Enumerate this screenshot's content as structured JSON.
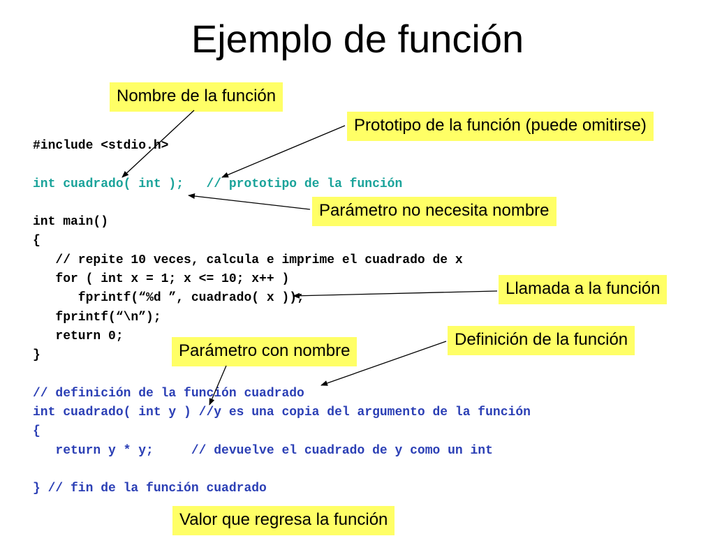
{
  "slide": {
    "title": "Ejemplo de función"
  },
  "code": {
    "lines": [
      {
        "text": "#include <stdio.h>",
        "color": "#000000"
      },
      {
        "text": "",
        "color": "#000000"
      },
      {
        "text": "int cuadrado( int );   // prototipo de la función",
        "color": "#1aa39a"
      },
      {
        "text": "",
        "color": "#000000"
      },
      {
        "text": "int main()",
        "color": "#000000"
      },
      {
        "text": "{",
        "color": "#000000"
      },
      {
        "text": "   // repite 10 veces, calcula e imprime el cuadrado de x",
        "color": "#000000"
      },
      {
        "text": "   for ( int x = 1; x <= 10; x++ )",
        "color": "#000000"
      },
      {
        "text": "      fprintf(“%d ”, cuadrado( x ));",
        "color": "#000000"
      },
      {
        "text": "   fprintf(“\\n”);",
        "color": "#000000"
      },
      {
        "text": "   return 0;",
        "color": "#000000"
      },
      {
        "text": "}",
        "color": "#000000"
      },
      {
        "text": "",
        "color": "#000000"
      },
      {
        "text": "// definición de la función cuadrado",
        "color": "#2b3fb5"
      },
      {
        "text": "int cuadrado( int y ) //y es una copia del argumento de la función",
        "color": "#2b3fb5"
      },
      {
        "text": "{",
        "color": "#2b3fb5"
      },
      {
        "text": "   return y * y;     // devuelve el cuadrado de y como un int",
        "color": "#2b3fb5"
      },
      {
        "text": "",
        "color": "#2b3fb5"
      },
      {
        "text": "} // fin de la función cuadrado",
        "color": "#2b3fb5"
      }
    ]
  },
  "callouts": {
    "nombre_funcion": "Nombre de la función",
    "prototipo": "Prototipo de la función (puede omitirse)",
    "parametro_sin_nombre": "Parámetro no necesita nombre",
    "llamada": "Llamada a la función",
    "definicion": "Definición de la función",
    "parametro_con_nombre": "Parámetro con nombre",
    "valor_regresa": "Valor que regresa la función"
  },
  "colors": {
    "callout_background": "#ffff66",
    "prototype_code": "#1aa39a",
    "definition_code": "#2b3fb5",
    "default_code": "#000000"
  }
}
